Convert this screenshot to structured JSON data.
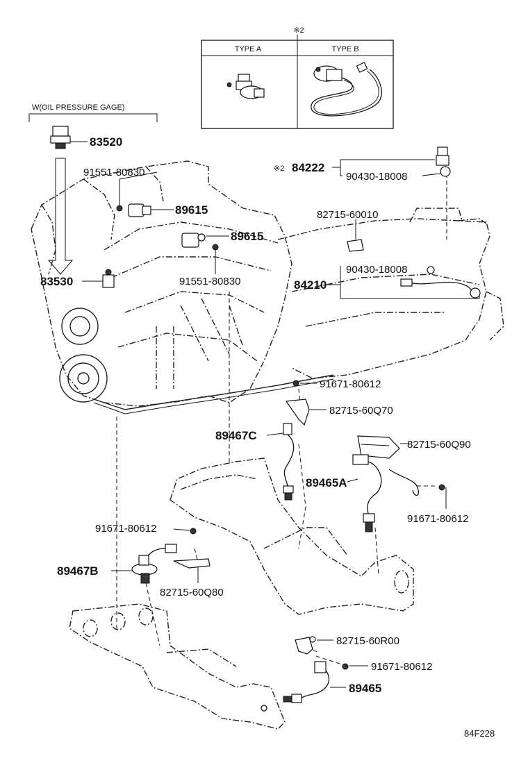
{
  "figure": {
    "sheet_code": "84F228",
    "note_mark": "※2"
  },
  "type_box": {
    "header_a": "TYPE A",
    "header_b": "TYPE B"
  },
  "option_label": "W(OIL PRESSURE GAGE)",
  "callouts": {
    "p83520": "83520",
    "p83530": "83530",
    "p91551_top": "91551-80830",
    "p89615_top": "89615",
    "p89615_mid": "89615",
    "p91551_mid": "91551-80830",
    "p84222": "84222",
    "p84222_mark": "※2",
    "p90430_top": "90430-18008",
    "p82715_60010": "82715-60010",
    "p90430_mid": "90430-18008",
    "p84210": "84210",
    "p91671_a": "91671-80612",
    "p82715_60Q70": "82715-60Q70",
    "p89467C": "89467C",
    "p82715_60Q90": "82715-60Q90",
    "p89465A": "89465A",
    "p91671_b": "91671-80612",
    "p91671_c": "91671-80612",
    "p89467B": "89467B",
    "p82715_60Q80": "82715-60Q80",
    "p82715_60R00": "82715-60R00",
    "p91671_d": "91671-80612",
    "p89465": "89465"
  }
}
